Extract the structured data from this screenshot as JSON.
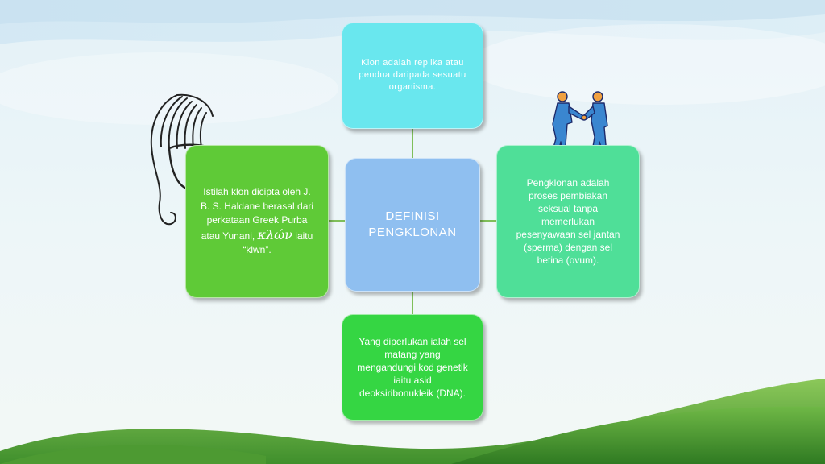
{
  "diagram": {
    "center": {
      "line1": "DEFINISI",
      "line2": "PENGKLONAN"
    },
    "top": {
      "text": "Klon adalah replika atau\npendua daripada sesuatu\norganisma."
    },
    "right": {
      "text": "Pengklonan adalah\nproses pembiakan\nseksual tanpa\nmemerlukan\npesenyawaan sel jantan\n(sperma) dengan sel\nbetina (ovum)."
    },
    "bottom": {
      "text": "Yang diperlukan ialah sel\nmatang yang\nmengandungi kod genetik\niaitu asid\ndeoksiribonukleik (DNA)."
    },
    "left": {
      "line1": "Istilah klon dicipta oleh J.",
      "line2": "B. S. Haldane berasal dari",
      "line3": "perkataan Greek Purba",
      "line4_pre": "atau Yunani, ",
      "greek": "κλών",
      "line4_post": " iaitu",
      "line5": "“klwn”."
    }
  },
  "colors": {
    "center": "#8fbff0",
    "top": "#69e7ee",
    "right": "#4fdf98",
    "left": "#5fca37",
    "bottom": "#35d643",
    "background": "#eaf5f8",
    "grass": "#5aa83a"
  },
  "icons": {
    "clipart_left": "greek-helmet-icon",
    "clipart_right": "handshake-people-icon"
  }
}
